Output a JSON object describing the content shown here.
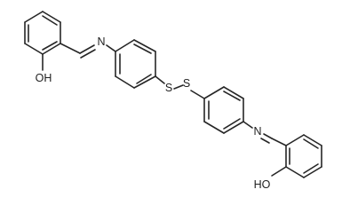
{
  "molecule": {
    "atoms": {
      "oh_left": "OH",
      "n_left": "N",
      "s_left": "S",
      "s_right": "S",
      "n_right": "N",
      "oh_right": "HO"
    },
    "bond_color": "#262626",
    "label_color": "#1f1f1f",
    "background": "#ffffff"
  }
}
